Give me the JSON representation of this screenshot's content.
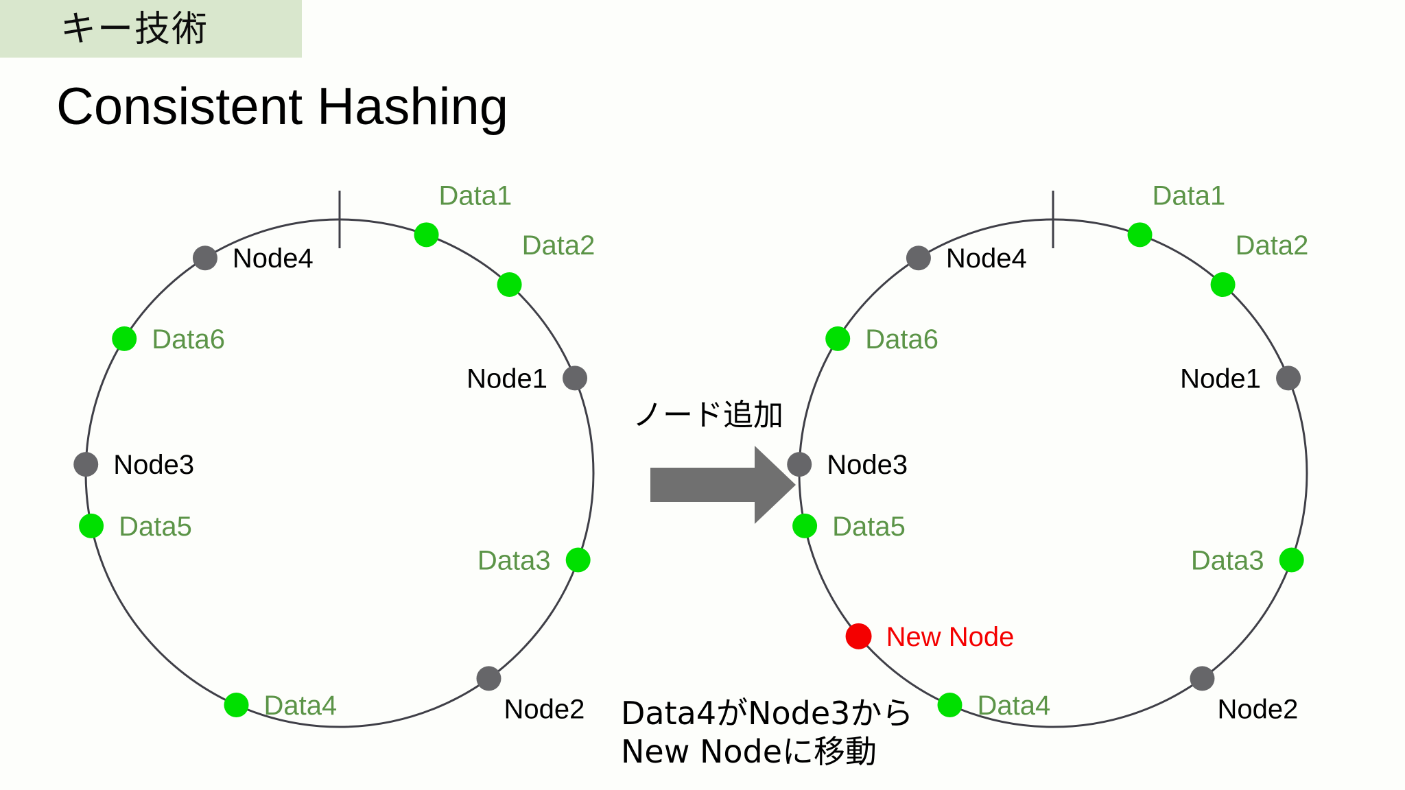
{
  "header": {
    "tag_label": "キー技術",
    "band_color": "#d9e7cd"
  },
  "title": "Consistent Hashing",
  "colors": {
    "data_dot": "#00e000",
    "node_dot": "#666669",
    "new_node_dot": "#f40000",
    "data_label": "#5b9447",
    "node_label": "#000000",
    "new_node_label": "#f40000",
    "ring_stroke": "#3f3f47",
    "arrow": "#707070"
  },
  "middle": {
    "caption_add_node": "ノード追加",
    "arrow_icon": "right-arrow-icon",
    "caption_move_line1": "Data4がNode3から",
    "caption_move_line2": "New Nodeに移動"
  },
  "chart_data": {
    "type": "diagram",
    "title": "Consistent Hashing",
    "rings": [
      {
        "name": "before",
        "label": "hash-ring-before",
        "center": [
          495,
          690
        ],
        "radius": 370,
        "tick_angle_deg": 90,
        "points": [
          {
            "id": "Data1",
            "kind": "data",
            "angle_deg": 70,
            "label": "Data1",
            "label_pos": "above-right"
          },
          {
            "id": "Data2",
            "kind": "data",
            "angle_deg": 48,
            "label": "Data2",
            "label_pos": "above-right"
          },
          {
            "id": "Node1",
            "kind": "node",
            "angle_deg": 22,
            "label": "Node1",
            "label_pos": "left"
          },
          {
            "id": "Data3",
            "kind": "data",
            "angle_deg": -20,
            "label": "Data3",
            "label_pos": "left"
          },
          {
            "id": "Node2",
            "kind": "node",
            "angle_deg": -54,
            "label": "Node2",
            "label_pos": "below-right"
          },
          {
            "id": "Data4",
            "kind": "data",
            "angle_deg": -114,
            "label": "Data4",
            "label_pos": "right"
          },
          {
            "id": "Data5",
            "kind": "data",
            "angle_deg": -168,
            "label": "Data5",
            "label_pos": "right"
          },
          {
            "id": "Node3",
            "kind": "node",
            "angle_deg": 178,
            "label": "Node3",
            "label_pos": "right"
          },
          {
            "id": "Data6",
            "kind": "data",
            "angle_deg": 148,
            "label": "Data6",
            "label_pos": "right"
          },
          {
            "id": "Node4",
            "kind": "node",
            "angle_deg": 122,
            "label": "Node4",
            "label_pos": "right"
          }
        ]
      },
      {
        "name": "after",
        "label": "hash-ring-after",
        "center": [
          1535,
          690
        ],
        "radius": 370,
        "tick_angle_deg": 90,
        "points": [
          {
            "id": "Data1",
            "kind": "data",
            "angle_deg": 70,
            "label": "Data1",
            "label_pos": "above-right"
          },
          {
            "id": "Data2",
            "kind": "data",
            "angle_deg": 48,
            "label": "Data2",
            "label_pos": "above-right"
          },
          {
            "id": "Node1",
            "kind": "node",
            "angle_deg": 22,
            "label": "Node1",
            "label_pos": "left"
          },
          {
            "id": "Data3",
            "kind": "data",
            "angle_deg": -20,
            "label": "Data3",
            "label_pos": "left"
          },
          {
            "id": "Node2",
            "kind": "node",
            "angle_deg": -54,
            "label": "Node2",
            "label_pos": "below-right"
          },
          {
            "id": "Data4",
            "kind": "data",
            "angle_deg": -114,
            "label": "Data4",
            "label_pos": "right"
          },
          {
            "id": "NewNode",
            "kind": "new-node",
            "angle_deg": -140,
            "label": "New Node",
            "label_pos": "right"
          },
          {
            "id": "Data5",
            "kind": "data",
            "angle_deg": -168,
            "label": "Data5",
            "label_pos": "right"
          },
          {
            "id": "Node3",
            "kind": "node",
            "angle_deg": 178,
            "label": "Node3",
            "label_pos": "right"
          },
          {
            "id": "Data6",
            "kind": "data",
            "angle_deg": 148,
            "label": "Data6",
            "label_pos": "right"
          },
          {
            "id": "Node4",
            "kind": "node",
            "angle_deg": 122,
            "label": "Node4",
            "label_pos": "right"
          }
        ]
      }
    ],
    "annotation": {
      "transition_label": "ノード追加",
      "explanation": [
        "Data4がNode3から",
        "New Nodeに移動"
      ]
    }
  }
}
